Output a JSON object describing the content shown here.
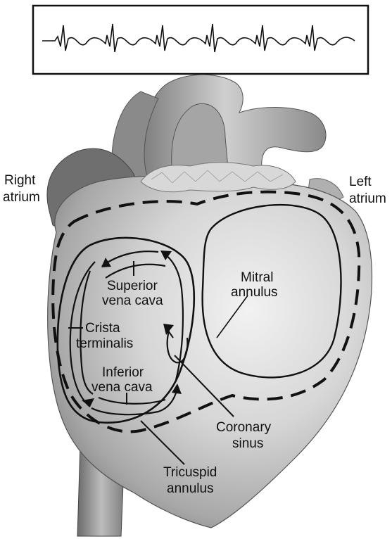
{
  "labels": {
    "right_atrium": [
      "Right",
      "atrium"
    ],
    "left_atrium": [
      "Left",
      "atrium"
    ],
    "superior_vena_cava": [
      "Superior",
      "vena cava"
    ],
    "crista_terminalis": [
      "Crista",
      "terminalis"
    ],
    "inferior_vena_cava": [
      "Inferior",
      "vena cava"
    ],
    "mitral_annulus": [
      "Mitral",
      "annulus"
    ],
    "coronary_sinus": [
      "Coronary",
      "sinus"
    ],
    "tricuspid_annulus": [
      "Tricuspid",
      "annulus"
    ]
  },
  "colors": {
    "outline": "#111111",
    "heart_light": "#e4e4e4",
    "heart_mid": "#b9b9b9",
    "heart_dark": "#7c7c7c",
    "vessel_dark": "#6e6e6e"
  }
}
